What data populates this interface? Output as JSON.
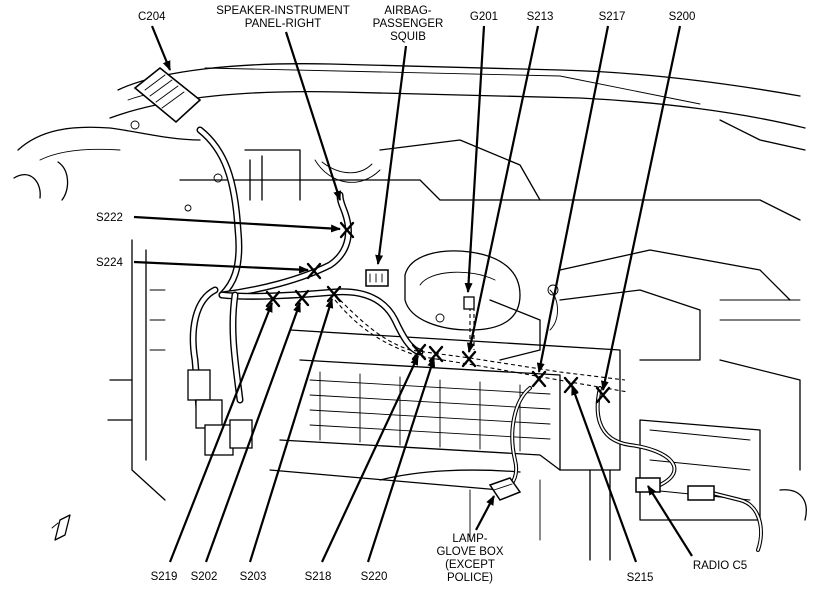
{
  "labels": {
    "c204": "C204",
    "speaker_1": "SPEAKER-INSTRUMENT",
    "speaker_2": "PANEL-RIGHT",
    "airbag_1": "AIRBAG-",
    "airbag_2": "PASSENGER",
    "airbag_3": "SQUIB",
    "g201": "G201",
    "s213": "S213",
    "s217": "S217",
    "s200": "S200",
    "s222": "S222",
    "s224": "S224",
    "s219": "S219",
    "s202": "S202",
    "s203": "S203",
    "s218": "S218",
    "s220": "S220",
    "lamp_1": "LAMP-",
    "lamp_2": "GLOVE BOX",
    "lamp_3": "(EXCEPT",
    "lamp_4": "POLICE)",
    "s215": "S215",
    "radio": "RADIO C5"
  }
}
